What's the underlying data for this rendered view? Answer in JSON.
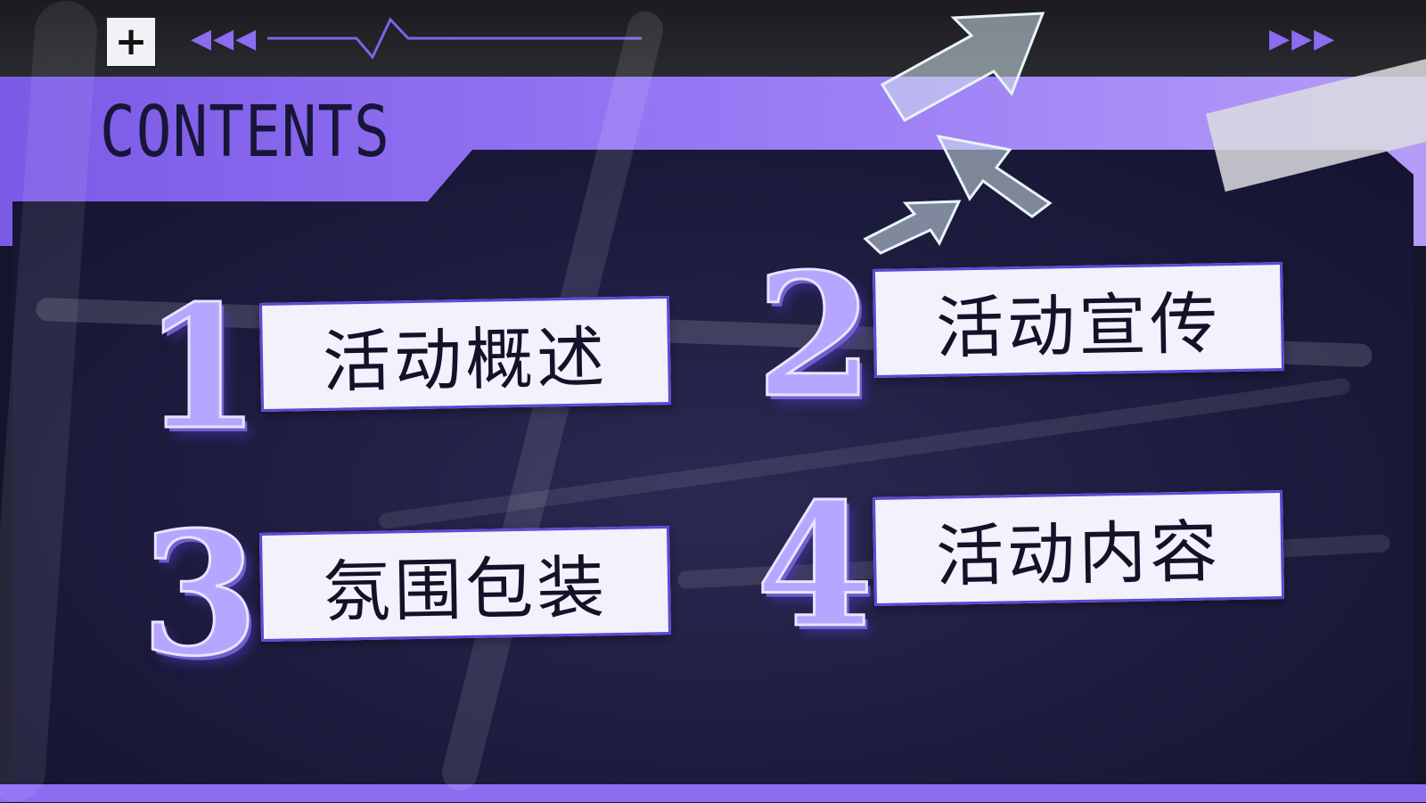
{
  "header": {
    "plus_glyph": "+",
    "arrows_left": "◀◀◀",
    "arrows_right": "▶▶▶",
    "title": "CONTENTS"
  },
  "items": [
    {
      "number": "1",
      "label": "活动概述"
    },
    {
      "number": "2",
      "label": "活动宣传"
    },
    {
      "number": "3",
      "label": "氛围包装"
    },
    {
      "number": "4",
      "label": "活动内容"
    }
  ],
  "colors": {
    "accent_purple": "#8b6df2",
    "panel_dark": "#1d1c3e",
    "card_bg": "#f3f1fb",
    "card_border": "#5b4ad6"
  },
  "icons": {
    "plus": "plus-icon",
    "cursor": "cursor-arrow-icon"
  }
}
